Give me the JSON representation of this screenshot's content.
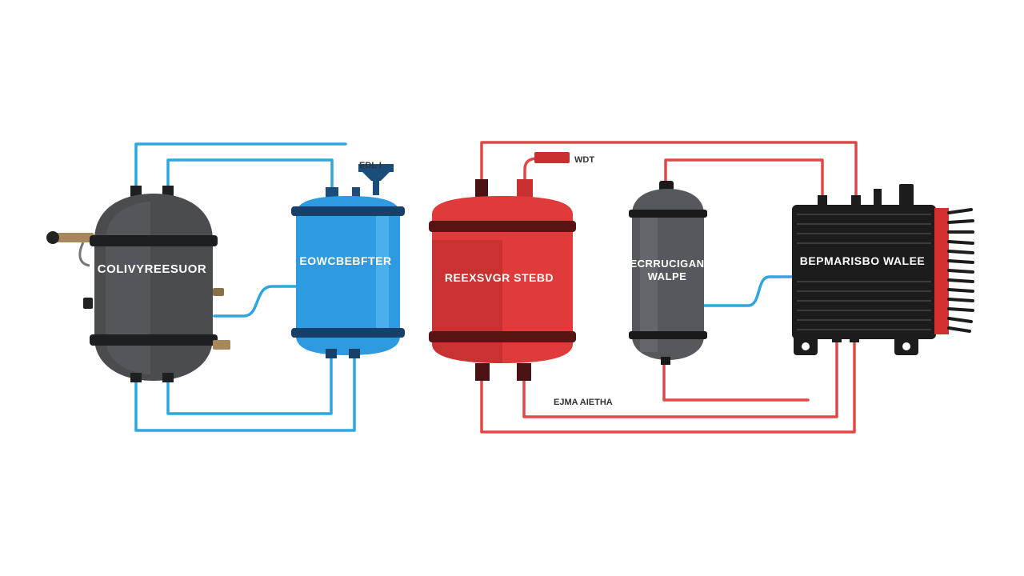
{
  "diagram": {
    "components": [
      {
        "id": "compressor",
        "label": "COLIVYREESUOR",
        "shape": "round-tank",
        "body_color": "#4a4c50",
        "band_color": "#1e1f22"
      },
      {
        "id": "condenser",
        "label": "EOWCBEBFTER",
        "shape": "tank",
        "body_color": "#2e9ae0",
        "band_color": "#17406b"
      },
      {
        "id": "receiver",
        "label": "REEXSVGR STEBD",
        "shape": "tank",
        "body_color": "#e03a3a",
        "band_color": "#5a1414"
      },
      {
        "id": "expansion",
        "label_line1": "ECRRUCIGAN",
        "label_line2": "WALPE",
        "shape": "cylinder",
        "body_color": "#55585c",
        "band_color": "#1a1a1a"
      },
      {
        "id": "evaporator",
        "label": "BEPMARISBO WALEE",
        "shape": "finned-box",
        "body_color": "#1c1c1c",
        "accent_color": "#d32f2f"
      }
    ],
    "annotations": {
      "top_gauge": "EDL I",
      "top_right": "WDT",
      "bottom": "EJMA AIETHA"
    },
    "line_colors": {
      "cold": "#2fa6e0",
      "hot": "#e04848"
    }
  }
}
